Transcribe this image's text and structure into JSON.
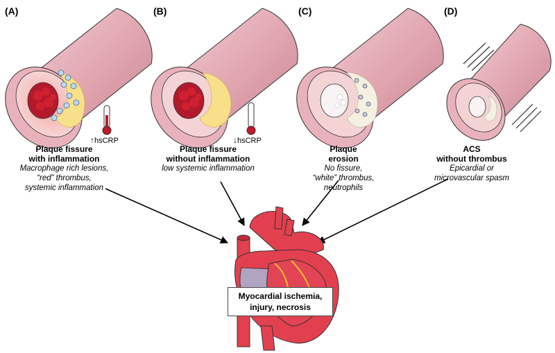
{
  "panels": [
    {
      "letter": "(A)",
      "title": "Plaque fissure",
      "title2": "with inflammation",
      "desc": [
        "Macrophage rich lesions,",
        "“red” thrombus,",
        "systemic inflammation"
      ],
      "crp": "hsCRP",
      "crp_dir": "up"
    },
    {
      "letter": "(B)",
      "title": "Plaque fissure",
      "title2": "without inflammation",
      "desc": [
        "low systemic inflammation"
      ],
      "crp": "hsCRP",
      "crp_dir": "down"
    },
    {
      "letter": "(C)",
      "title": "Plaque",
      "title2": "erosion",
      "desc": [
        "No fissure,",
        "“white” thrombus,",
        "neutrophils"
      ]
    },
    {
      "letter": "(D)",
      "title": "ACS",
      "title2": "without thrombus",
      "desc": [
        "Epicardial or",
        "microvascular spasm"
      ]
    }
  ],
  "outcome": {
    "line1": "Myocardial ischemia,",
    "line2": "injury, necrosis"
  },
  "colors": {
    "vessel": "#e8b4bc",
    "lumen_ring": "#f3d3d3",
    "red_thrombus": "#c0182c",
    "plaque": "#f8e08a",
    "white_thrombus": "#f4f1e2",
    "heart": "#e3404f"
  }
}
